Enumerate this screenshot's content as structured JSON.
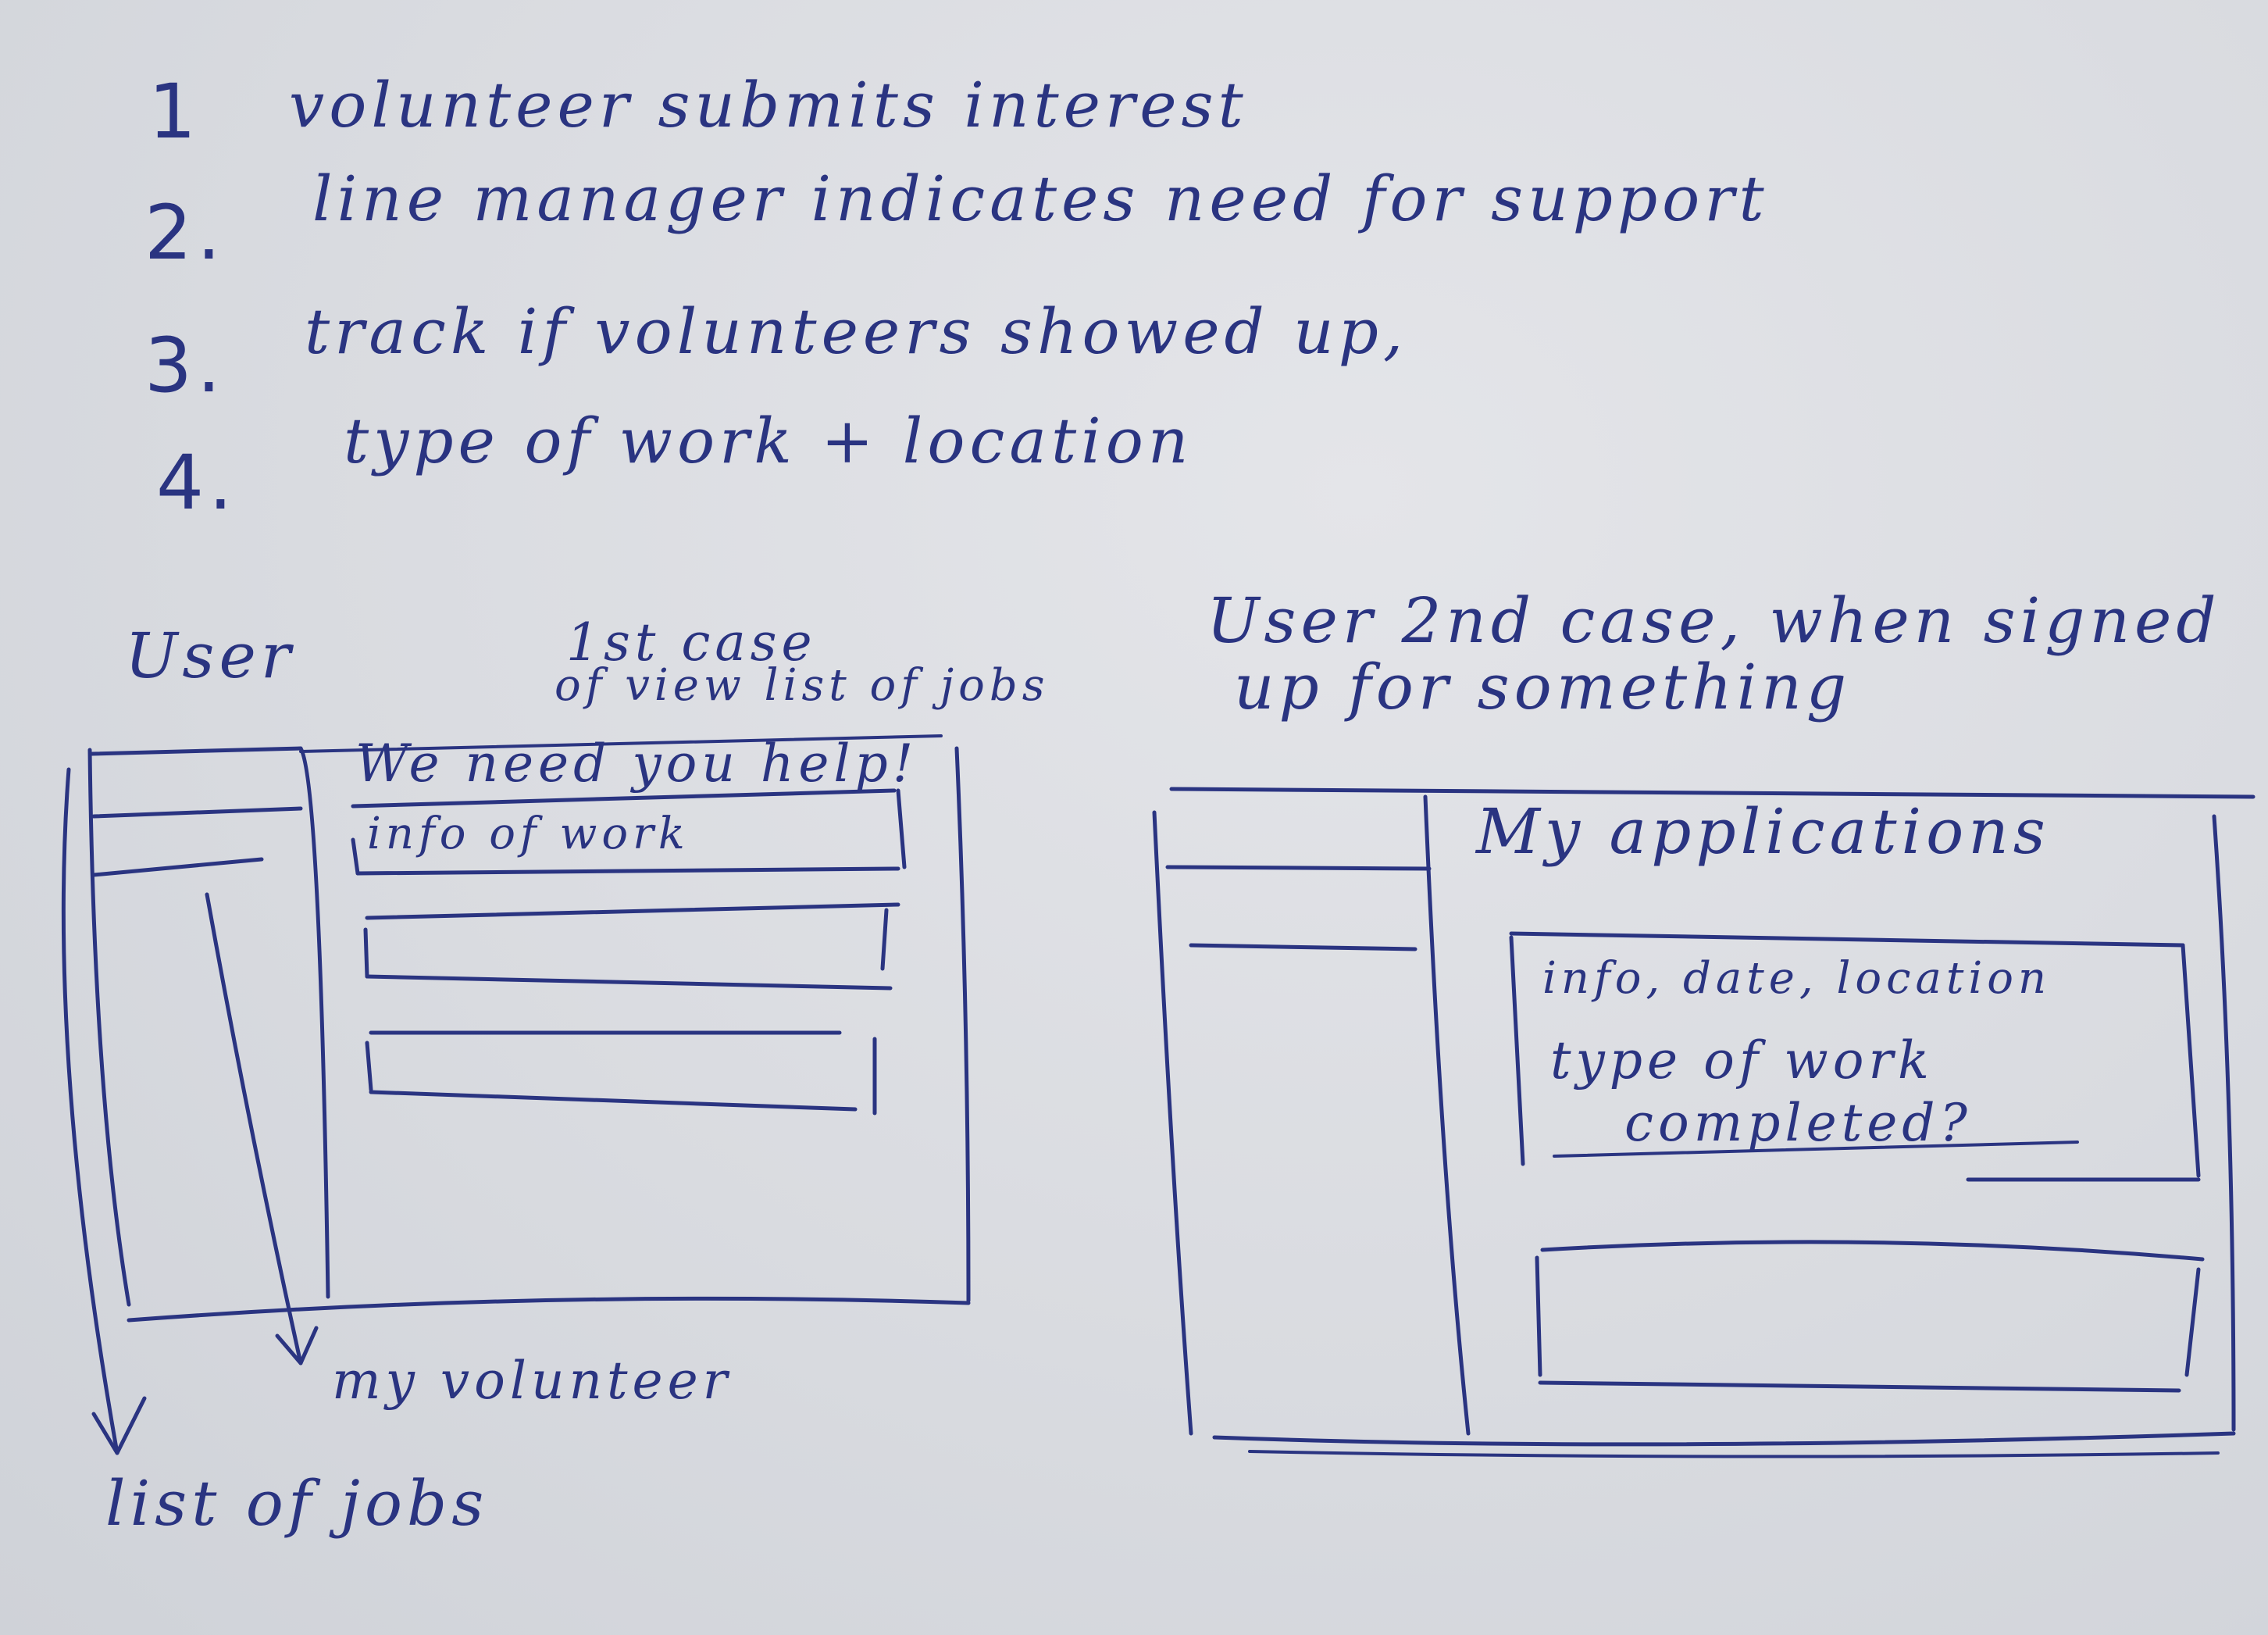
{
  "notes": [
    {
      "number": "1",
      "text": "volunteer submits interest"
    },
    {
      "number": "2.",
      "text": "line manager indicates need for support"
    },
    {
      "number": "3.",
      "text": "track if volunteers showed up,"
    },
    {
      "number": "4.",
      "text": "type of work + location"
    }
  ],
  "first_case": {
    "user_label": "User",
    "case_label": "1st case",
    "case_sub_label": "of view list of jobs",
    "heading": "We need you help!",
    "card_text": "info of work",
    "arrow_label_right": "my volunteer",
    "arrow_label_left": "list of jobs"
  },
  "second_case": {
    "title": "User  2nd case, when signed",
    "title_line2": "up for something",
    "heading": "My applications",
    "card_line1": "info, date, location",
    "card_line2": "type of work",
    "card_line3": "completed?"
  },
  "colors": {
    "ink": "#2a3481",
    "paper": "#dcdee2"
  }
}
